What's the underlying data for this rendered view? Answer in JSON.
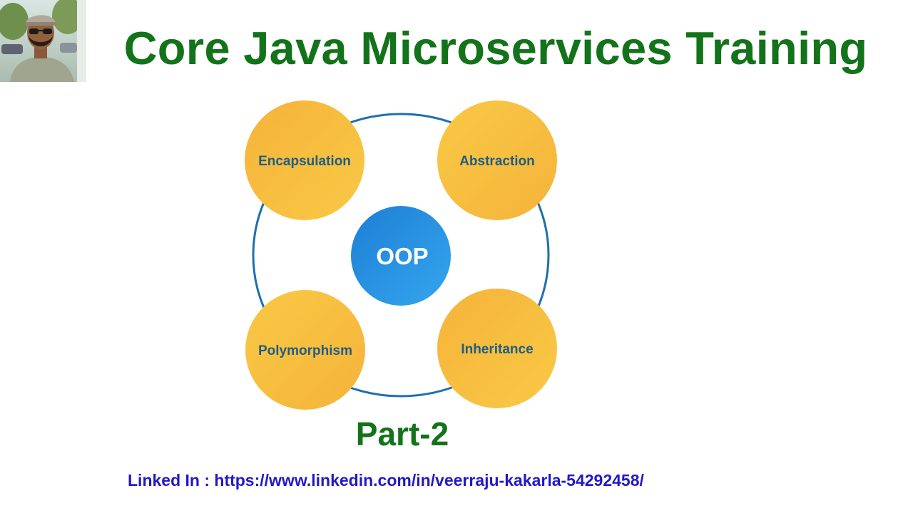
{
  "header": {
    "title": "Core Java Microservices Training"
  },
  "diagram": {
    "center": "OOP",
    "nodes": {
      "top_left": "Encapsulation",
      "top_right": "Abstraction",
      "bottom_left": "Polymorphism",
      "bottom_right": "Inheritance"
    },
    "colors": {
      "center_fill": "#2a93e0",
      "node_fill": "#f7bd3c",
      "ring": "#1f6fae",
      "node_text": "#1f5e85"
    }
  },
  "footer": {
    "part": "Part-2",
    "linkedin": "Linked In : https://www.linkedin.com/in/veerraju-kakarla-54292458/"
  },
  "colors": {
    "title": "#13731a",
    "link": "#2318c8"
  }
}
